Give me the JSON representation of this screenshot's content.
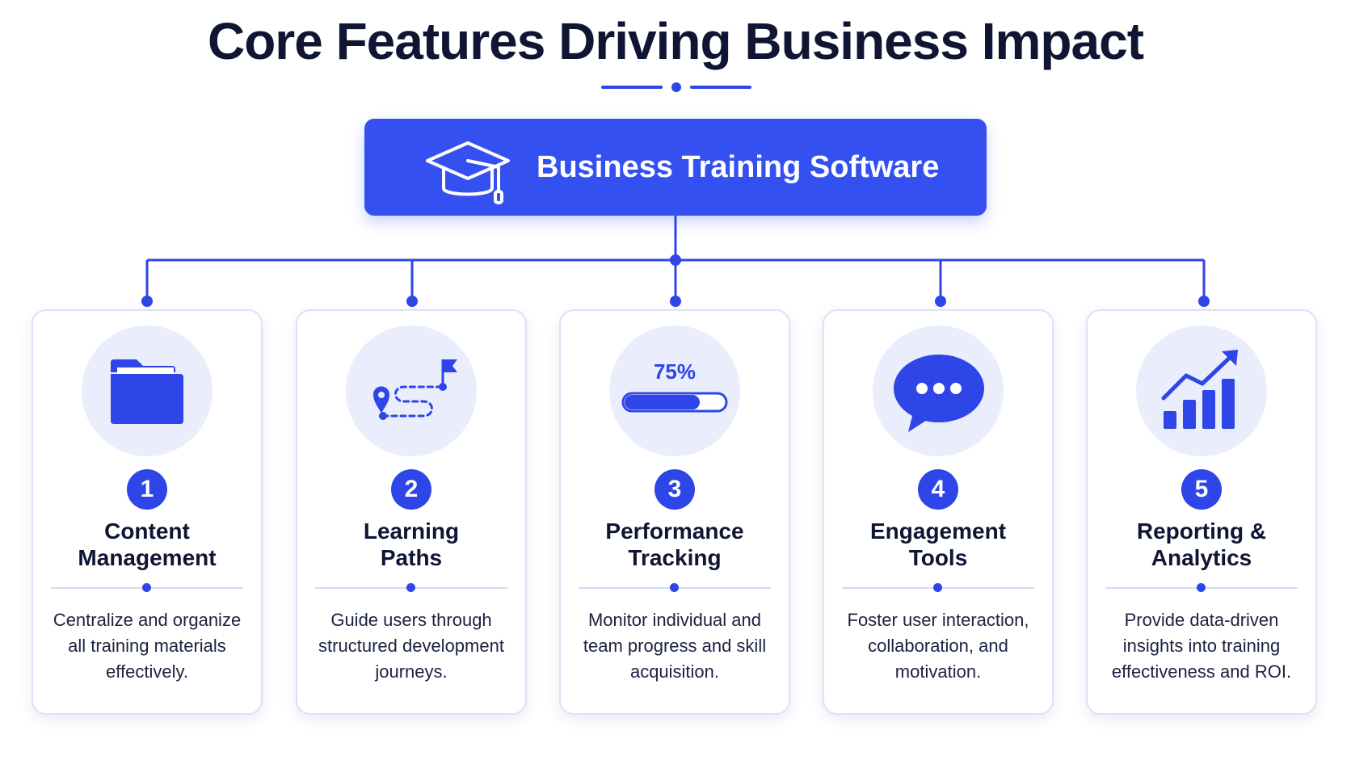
{
  "title": "Core Features Driving Business Impact",
  "root": {
    "label": "Business Training Software",
    "icon": "graduation-cap-icon"
  },
  "colors": {
    "accent": "#2e45e8",
    "root_fill": "#3550f0",
    "icon_circle": "#eaedfb",
    "card_border": "#dbe2f7",
    "title_text": "#0f1533"
  },
  "features": [
    {
      "number": "1",
      "title_lines": [
        "Content",
        "Management"
      ],
      "desc_lines": [
        "Centralize and organize",
        "all training materials",
        "effectively."
      ],
      "icon": "folder-icon"
    },
    {
      "number": "2",
      "title_lines": [
        "Learning",
        "Paths"
      ],
      "desc_lines": [
        "Guide users through",
        "structured development",
        "journeys."
      ],
      "icon": "route-icon"
    },
    {
      "number": "3",
      "title_lines": [
        "Performance",
        "Tracking"
      ],
      "desc_lines": [
        "Monitor individual and",
        "team progress and skill",
        "acquisition."
      ],
      "icon": "progress-bar-icon",
      "progress_label": "75%",
      "progress_value": 0.75
    },
    {
      "number": "4",
      "title_lines": [
        "Engagement",
        "Tools"
      ],
      "desc_lines": [
        "Foster user interaction,",
        "collaboration, and",
        "motivation."
      ],
      "icon": "chat-bubble-icon"
    },
    {
      "number": "5",
      "title_lines": [
        "Reporting &",
        "Analytics"
      ],
      "desc_lines": [
        "Provide data-driven",
        "insights into training",
        "effectiveness and ROI."
      ],
      "icon": "growth-chart-icon"
    }
  ]
}
